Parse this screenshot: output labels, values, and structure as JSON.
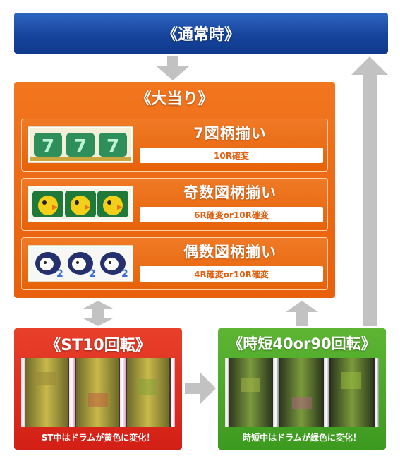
{
  "top": {
    "label": "《通常時》"
  },
  "jackpot": {
    "title": "《大当り》",
    "combos": [
      {
        "title": "7図柄揃い",
        "result": "10R確変",
        "icon": "dragon-seven-reels"
      },
      {
        "title": "奇数図柄揃い",
        "result": "6R確変or10R確変",
        "icon": "chick-odd-reels"
      },
      {
        "title": "偶数図柄揃い",
        "result": "4R確変or10R確変",
        "icon": "penguin-even-reels"
      }
    ]
  },
  "st": {
    "title": "《ST10回転》",
    "note": "ST中はドラムが黄色に変化！"
  },
  "jitan": {
    "title": "《時短40or90回転》",
    "note": "時短中はドラムが緑色に変化！"
  },
  "colors": {
    "blue": "#16449c",
    "orange": "#ec6a12",
    "red": "#d8291c",
    "green": "#49a627",
    "arrow": "#c0c0c0"
  }
}
